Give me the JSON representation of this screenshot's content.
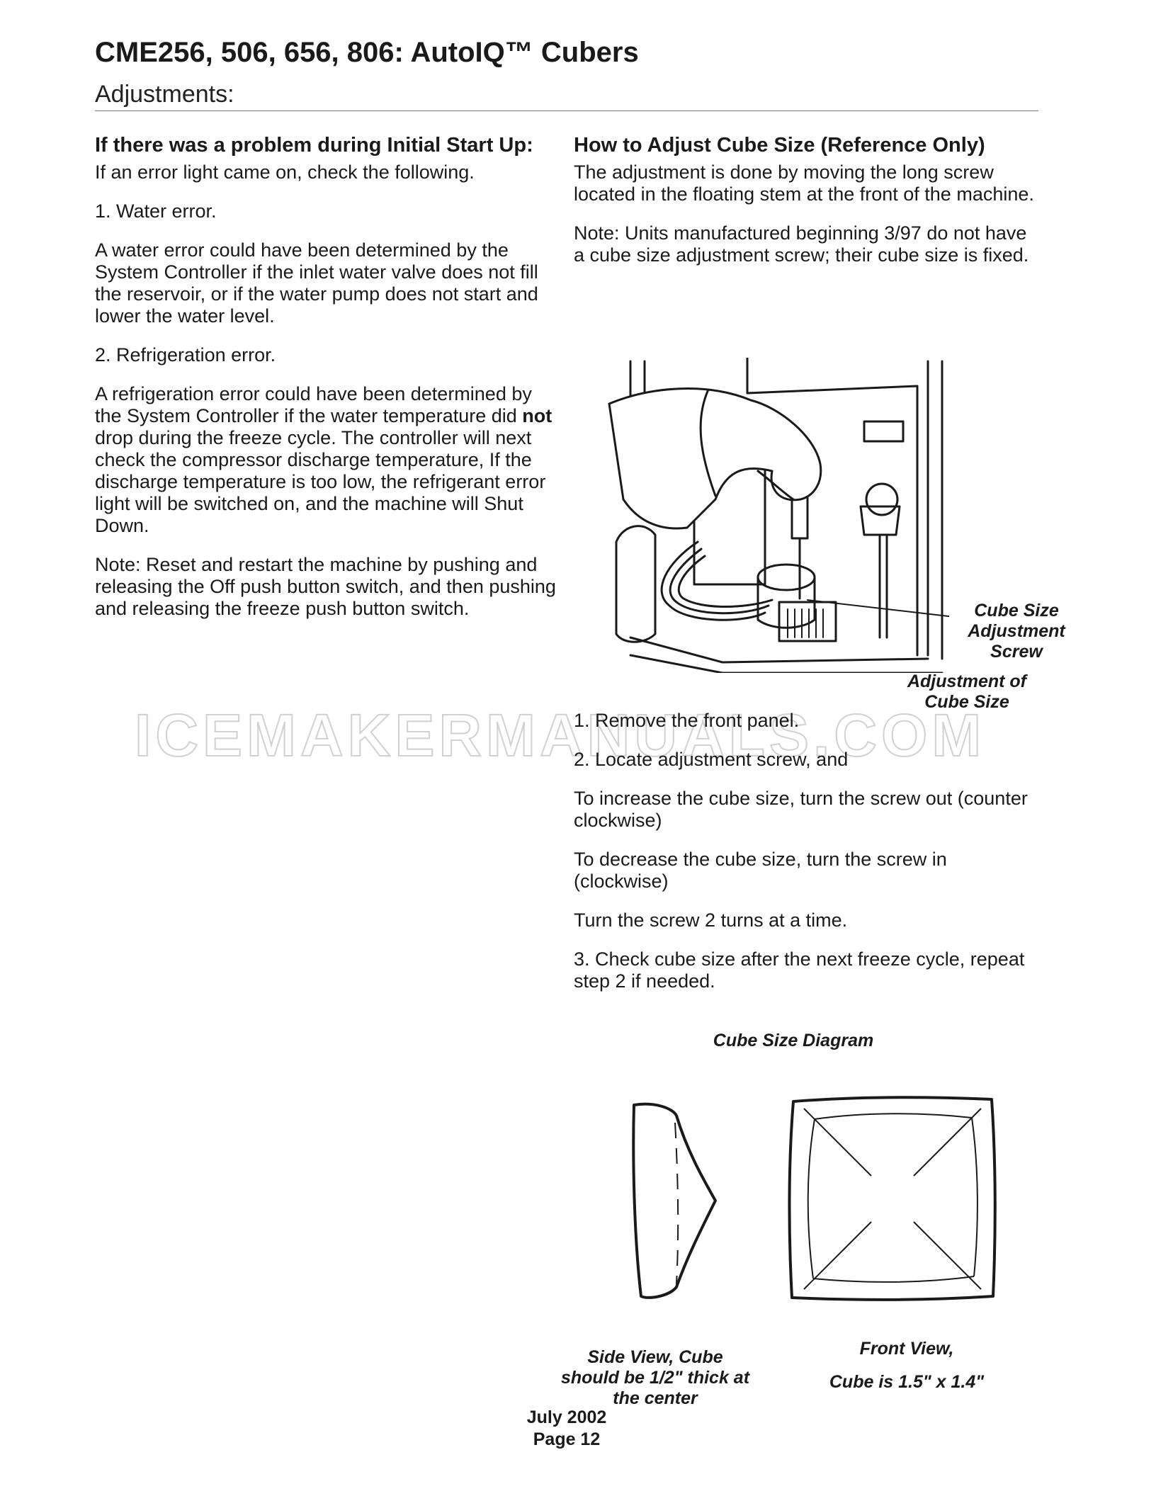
{
  "header": {
    "title": "CME256, 506, 656, 806:  AutoIQ™ Cubers",
    "subtitle": "Adjustments:"
  },
  "left": {
    "heading": "If there was a problem during Initial Start Up:",
    "intro": "If an error light came on, check the following.",
    "item1": "1. Water error.",
    "p1": "A water error could have been determined by the System Controller if the inlet water valve does not fill the reservoir, or if the water pump does not start and lower the water level.",
    "item2": "2. Refrigeration error.",
    "p2_before": "A refrigeration error could have been determined by the System Controller if the water temperature did ",
    "p2_bold": "not",
    "p2_after": " drop during the freeze cycle. The controller will next check the compressor discharge temperature,  If the discharge temperature is too low, the refrigerant error light will be switched on, and the machine will Shut Down.",
    "note": "Note: Reset and restart the machine by pushing and releasing the Off push button switch, and then pushing and releasing the freeze push button switch."
  },
  "right": {
    "heading": "How to Adjust Cube Size (Reference Only)",
    "p1": "The adjustment is done by moving the long screw located in the floating stem at the front of the machine.",
    "note": "Note: Units manufactured beginning 3/97 do not have a cube size adjustment screw; their cube size is fixed.",
    "callout": "Cube Size Adjustment Screw",
    "figure_caption": "Adjustment of Cube Size",
    "step1": "1. Remove the front panel.",
    "step2": "2. Locate adjustment screw, and",
    "increase": "To increase the cube size, turn the screw out (counter clockwise)",
    "decrease": "To decrease the cube size, turn the screw in (clockwise)",
    "turns": "Turn the screw 2 turns at a time.",
    "step3": "3. Check cube size after the next freeze cycle, repeat step 2 if needed."
  },
  "diagram": {
    "title": "Cube Size Diagram",
    "side_caption": "Side View, Cube should be 1/2\"  thick at the center",
    "front_caption_line1": "Front View,",
    "front_caption_line2": "Cube is 1.5\" x 1.4\""
  },
  "footer": {
    "date": "July 2002",
    "page": "Page 12"
  },
  "watermark": "ICEMAKERMANUALS.COM"
}
